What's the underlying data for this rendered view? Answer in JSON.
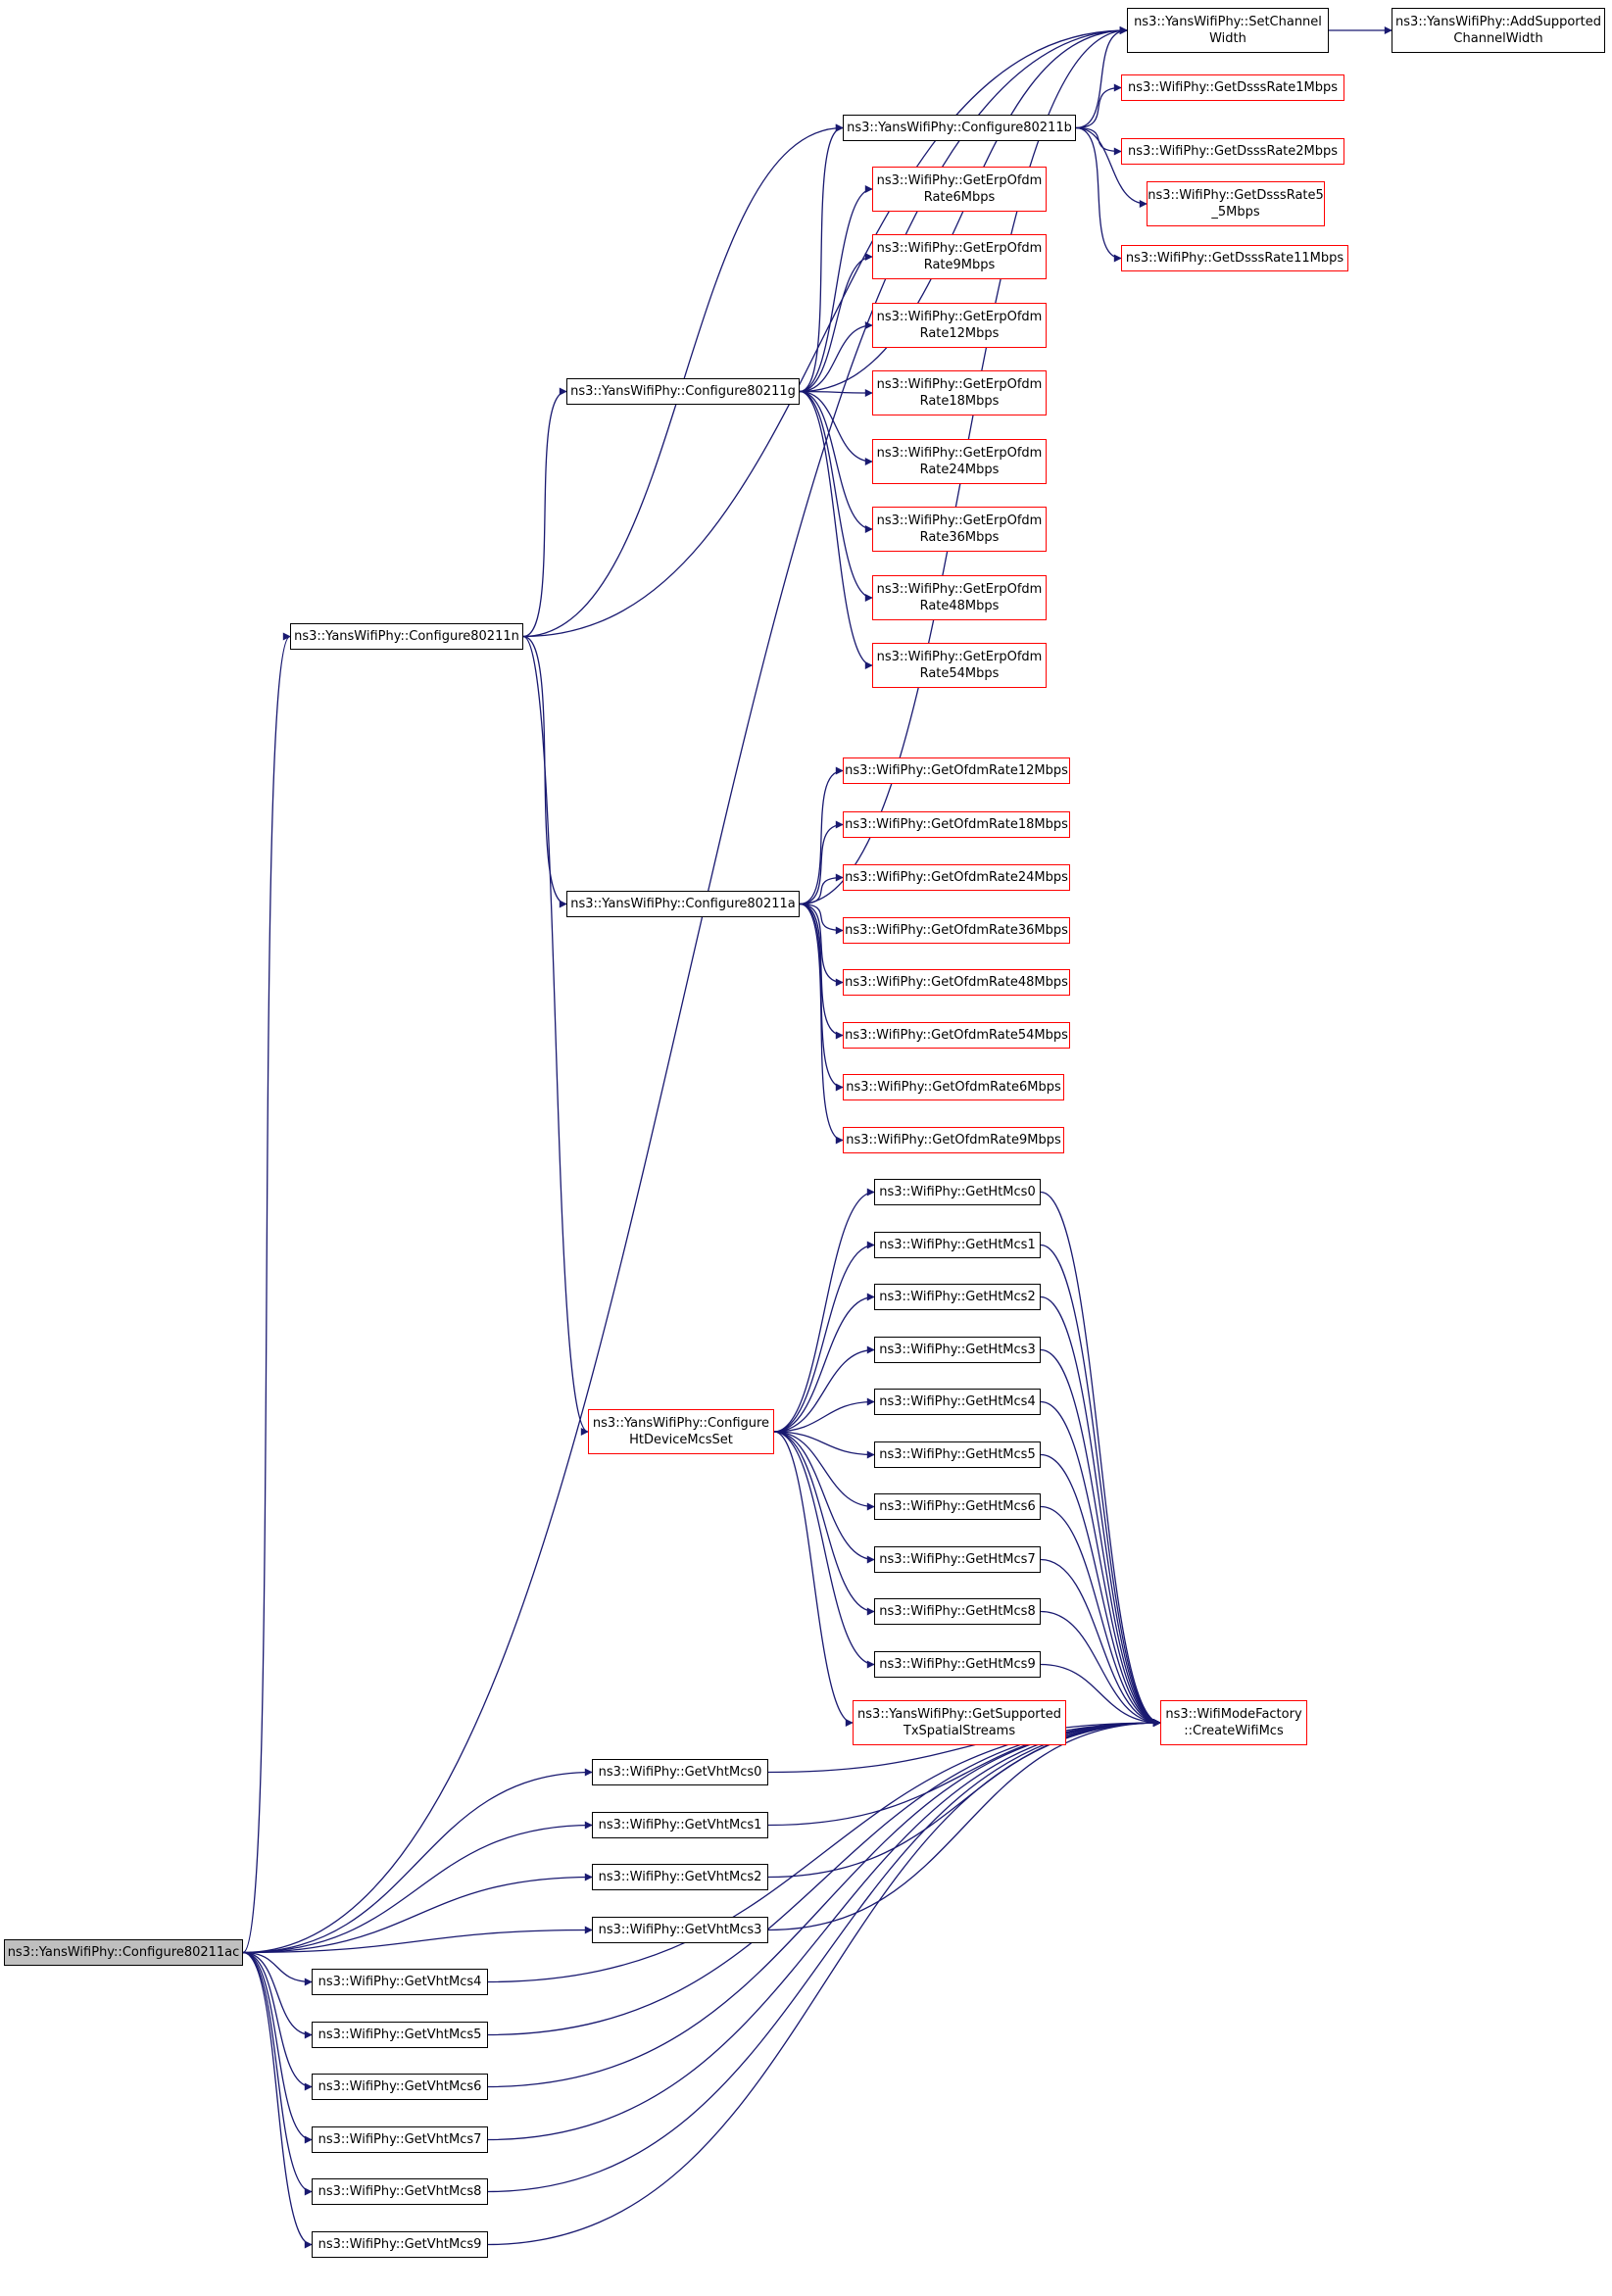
{
  "colors": {
    "edge": "#191970",
    "node_border": "#000000",
    "link_border": "#ff0000",
    "root_fill": "#bfbfbf"
  },
  "nodes": [
    {
      "id": "c80211ac",
      "lines": [
        "ns3::YansWifiPhy::Configure80211ac"
      ],
      "style": "root"
    },
    {
      "id": "c80211n",
      "lines": [
        "ns3::YansWifiPhy::Configure80211n"
      ],
      "style": "black"
    },
    {
      "id": "c80211g",
      "lines": [
        "ns3::YansWifiPhy::Configure80211g"
      ],
      "style": "black"
    },
    {
      "id": "c80211b",
      "lines": [
        "ns3::YansWifiPhy::Configure80211b"
      ],
      "style": "black"
    },
    {
      "id": "c80211a",
      "lines": [
        "ns3::YansWifiPhy::Configure80211a"
      ],
      "style": "black"
    },
    {
      "id": "cfgHt",
      "lines": [
        "ns3::YansWifiPhy::Configure",
        "HtDeviceMcsSet"
      ],
      "style": "red"
    },
    {
      "id": "setCW",
      "lines": [
        "ns3::YansWifiPhy::SetChannel",
        "Width"
      ],
      "style": "black"
    },
    {
      "id": "addCW",
      "lines": [
        "ns3::YansWifiPhy::AddSupported",
        "ChannelWidth"
      ],
      "style": "black"
    },
    {
      "id": "dsss1",
      "lines": [
        "ns3::WifiPhy::GetDsssRate1Mbps"
      ],
      "style": "red"
    },
    {
      "id": "dsss2",
      "lines": [
        "ns3::WifiPhy::GetDsssRate2Mbps"
      ],
      "style": "red"
    },
    {
      "id": "dsss55",
      "lines": [
        "ns3::WifiPhy::GetDsssRate5",
        "_5Mbps"
      ],
      "style": "red"
    },
    {
      "id": "dsss11",
      "lines": [
        "ns3::WifiPhy::GetDsssRate11Mbps"
      ],
      "style": "red"
    },
    {
      "id": "erp6",
      "lines": [
        "ns3::WifiPhy::GetErpOfdm",
        "Rate6Mbps"
      ],
      "style": "red"
    },
    {
      "id": "erp9",
      "lines": [
        "ns3::WifiPhy::GetErpOfdm",
        "Rate9Mbps"
      ],
      "style": "red"
    },
    {
      "id": "erp12",
      "lines": [
        "ns3::WifiPhy::GetErpOfdm",
        "Rate12Mbps"
      ],
      "style": "red"
    },
    {
      "id": "erp18",
      "lines": [
        "ns3::WifiPhy::GetErpOfdm",
        "Rate18Mbps"
      ],
      "style": "red"
    },
    {
      "id": "erp24",
      "lines": [
        "ns3::WifiPhy::GetErpOfdm",
        "Rate24Mbps"
      ],
      "style": "red"
    },
    {
      "id": "erp36",
      "lines": [
        "ns3::WifiPhy::GetErpOfdm",
        "Rate36Mbps"
      ],
      "style": "red"
    },
    {
      "id": "erp48",
      "lines": [
        "ns3::WifiPhy::GetErpOfdm",
        "Rate48Mbps"
      ],
      "style": "red"
    },
    {
      "id": "erp54",
      "lines": [
        "ns3::WifiPhy::GetErpOfdm",
        "Rate54Mbps"
      ],
      "style": "red"
    },
    {
      "id": "ofdm12",
      "lines": [
        "ns3::WifiPhy::GetOfdmRate12Mbps"
      ],
      "style": "red"
    },
    {
      "id": "ofdm18",
      "lines": [
        "ns3::WifiPhy::GetOfdmRate18Mbps"
      ],
      "style": "red"
    },
    {
      "id": "ofdm24",
      "lines": [
        "ns3::WifiPhy::GetOfdmRate24Mbps"
      ],
      "style": "red"
    },
    {
      "id": "ofdm36",
      "lines": [
        "ns3::WifiPhy::GetOfdmRate36Mbps"
      ],
      "style": "red"
    },
    {
      "id": "ofdm48",
      "lines": [
        "ns3::WifiPhy::GetOfdmRate48Mbps"
      ],
      "style": "red"
    },
    {
      "id": "ofdm54",
      "lines": [
        "ns3::WifiPhy::GetOfdmRate54Mbps"
      ],
      "style": "red"
    },
    {
      "id": "ofdm6",
      "lines": [
        "ns3::WifiPhy::GetOfdmRate6Mbps"
      ],
      "style": "red"
    },
    {
      "id": "ofdm9",
      "lines": [
        "ns3::WifiPhy::GetOfdmRate9Mbps"
      ],
      "style": "red"
    },
    {
      "id": "ht0",
      "lines": [
        "ns3::WifiPhy::GetHtMcs0"
      ],
      "style": "black"
    },
    {
      "id": "ht1",
      "lines": [
        "ns3::WifiPhy::GetHtMcs1"
      ],
      "style": "black"
    },
    {
      "id": "ht2",
      "lines": [
        "ns3::WifiPhy::GetHtMcs2"
      ],
      "style": "black"
    },
    {
      "id": "ht3",
      "lines": [
        "ns3::WifiPhy::GetHtMcs3"
      ],
      "style": "black"
    },
    {
      "id": "ht4",
      "lines": [
        "ns3::WifiPhy::GetHtMcs4"
      ],
      "style": "black"
    },
    {
      "id": "ht5",
      "lines": [
        "ns3::WifiPhy::GetHtMcs5"
      ],
      "style": "black"
    },
    {
      "id": "ht6",
      "lines": [
        "ns3::WifiPhy::GetHtMcs6"
      ],
      "style": "black"
    },
    {
      "id": "ht7",
      "lines": [
        "ns3::WifiPhy::GetHtMcs7"
      ],
      "style": "black"
    },
    {
      "id": "ht8",
      "lines": [
        "ns3::WifiPhy::GetHtMcs8"
      ],
      "style": "black"
    },
    {
      "id": "ht9",
      "lines": [
        "ns3::WifiPhy::GetHtMcs9"
      ],
      "style": "black"
    },
    {
      "id": "txss",
      "lines": [
        "ns3::YansWifiPhy::GetSupported",
        "TxSpatialStreams"
      ],
      "style": "red"
    },
    {
      "id": "createMcs",
      "lines": [
        "ns3::WifiModeFactory",
        "::CreateWifiMcs"
      ],
      "style": "red"
    },
    {
      "id": "vht0",
      "lines": [
        "ns3::WifiPhy::GetVhtMcs0"
      ],
      "style": "black"
    },
    {
      "id": "vht1",
      "lines": [
        "ns3::WifiPhy::GetVhtMcs1"
      ],
      "style": "black"
    },
    {
      "id": "vht2",
      "lines": [
        "ns3::WifiPhy::GetVhtMcs2"
      ],
      "style": "black"
    },
    {
      "id": "vht3",
      "lines": [
        "ns3::WifiPhy::GetVhtMcs3"
      ],
      "style": "black"
    },
    {
      "id": "vht4",
      "lines": [
        "ns3::WifiPhy::GetVhtMcs4"
      ],
      "style": "black"
    },
    {
      "id": "vht5",
      "lines": [
        "ns3::WifiPhy::GetVhtMcs5"
      ],
      "style": "black"
    },
    {
      "id": "vht6",
      "lines": [
        "ns3::WifiPhy::GetVhtMcs6"
      ],
      "style": "black"
    },
    {
      "id": "vht7",
      "lines": [
        "ns3::WifiPhy::GetVhtMcs7"
      ],
      "style": "black"
    },
    {
      "id": "vht8",
      "lines": [
        "ns3::WifiPhy::GetVhtMcs8"
      ],
      "style": "black"
    },
    {
      "id": "vht9",
      "lines": [
        "ns3::WifiPhy::GetVhtMcs9"
      ],
      "style": "black"
    }
  ],
  "edges": [
    [
      "c80211ac",
      "setCW"
    ],
    [
      "c80211ac",
      "c80211n"
    ],
    [
      "c80211ac",
      "vht0"
    ],
    [
      "c80211ac",
      "vht1"
    ],
    [
      "c80211ac",
      "vht2"
    ],
    [
      "c80211ac",
      "vht3"
    ],
    [
      "c80211ac",
      "vht4"
    ],
    [
      "c80211ac",
      "vht5"
    ],
    [
      "c80211ac",
      "vht6"
    ],
    [
      "c80211ac",
      "vht7"
    ],
    [
      "c80211ac",
      "vht8"
    ],
    [
      "c80211ac",
      "vht9"
    ],
    [
      "c80211n",
      "setCW"
    ],
    [
      "c80211n",
      "c80211b"
    ],
    [
      "c80211n",
      "c80211g"
    ],
    [
      "c80211n",
      "c80211a"
    ],
    [
      "c80211n",
      "cfgHt"
    ],
    [
      "c80211g",
      "setCW"
    ],
    [
      "c80211g",
      "c80211b"
    ],
    [
      "c80211g",
      "erp6"
    ],
    [
      "c80211g",
      "erp9"
    ],
    [
      "c80211g",
      "erp12"
    ],
    [
      "c80211g",
      "erp18"
    ],
    [
      "c80211g",
      "erp24"
    ],
    [
      "c80211g",
      "erp36"
    ],
    [
      "c80211g",
      "erp48"
    ],
    [
      "c80211g",
      "erp54"
    ],
    [
      "c80211b",
      "setCW"
    ],
    [
      "c80211b",
      "dsss1"
    ],
    [
      "c80211b",
      "dsss2"
    ],
    [
      "c80211b",
      "dsss55"
    ],
    [
      "c80211b",
      "dsss11"
    ],
    [
      "setCW",
      "addCW"
    ],
    [
      "c80211a",
      "setCW"
    ],
    [
      "c80211a",
      "ofdm12"
    ],
    [
      "c80211a",
      "ofdm18"
    ],
    [
      "c80211a",
      "ofdm24"
    ],
    [
      "c80211a",
      "ofdm36"
    ],
    [
      "c80211a",
      "ofdm48"
    ],
    [
      "c80211a",
      "ofdm54"
    ],
    [
      "c80211a",
      "ofdm6"
    ],
    [
      "c80211a",
      "ofdm9"
    ],
    [
      "cfgHt",
      "ht0"
    ],
    [
      "cfgHt",
      "ht1"
    ],
    [
      "cfgHt",
      "ht2"
    ],
    [
      "cfgHt",
      "ht3"
    ],
    [
      "cfgHt",
      "ht4"
    ],
    [
      "cfgHt",
      "ht5"
    ],
    [
      "cfgHt",
      "ht6"
    ],
    [
      "cfgHt",
      "ht7"
    ],
    [
      "cfgHt",
      "ht8"
    ],
    [
      "cfgHt",
      "ht9"
    ],
    [
      "cfgHt",
      "txss"
    ],
    [
      "ht0",
      "createMcs"
    ],
    [
      "ht1",
      "createMcs"
    ],
    [
      "ht2",
      "createMcs"
    ],
    [
      "ht3",
      "createMcs"
    ],
    [
      "ht4",
      "createMcs"
    ],
    [
      "ht5",
      "createMcs"
    ],
    [
      "ht6",
      "createMcs"
    ],
    [
      "ht7",
      "createMcs"
    ],
    [
      "ht8",
      "createMcs"
    ],
    [
      "ht9",
      "createMcs"
    ],
    [
      "vht0",
      "createMcs"
    ],
    [
      "vht1",
      "createMcs"
    ],
    [
      "vht2",
      "createMcs"
    ],
    [
      "vht3",
      "createMcs"
    ],
    [
      "vht4",
      "createMcs"
    ],
    [
      "vht5",
      "createMcs"
    ],
    [
      "vht6",
      "createMcs"
    ],
    [
      "vht7",
      "createMcs"
    ],
    [
      "vht8",
      "createMcs"
    ],
    [
      "vht9",
      "createMcs"
    ]
  ]
}
